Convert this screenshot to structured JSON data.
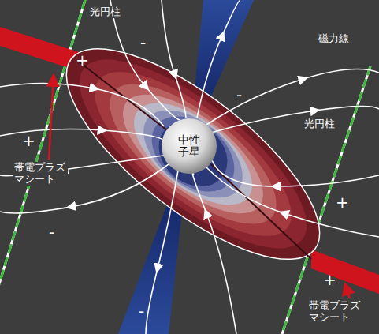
{
  "diagram": {
    "nodes": [
      {
        "text": [
          "中性子星"
        ]
      }
    ],
    "labels": [
      "光円柱",
      "+",
      "-",
      "磁力線",
      "-",
      "+",
      "帯電プラズマシート",
      "光円柱",
      "-",
      "+",
      "+",
      "-",
      "帯電プラズマシート"
    ]
  }
}
